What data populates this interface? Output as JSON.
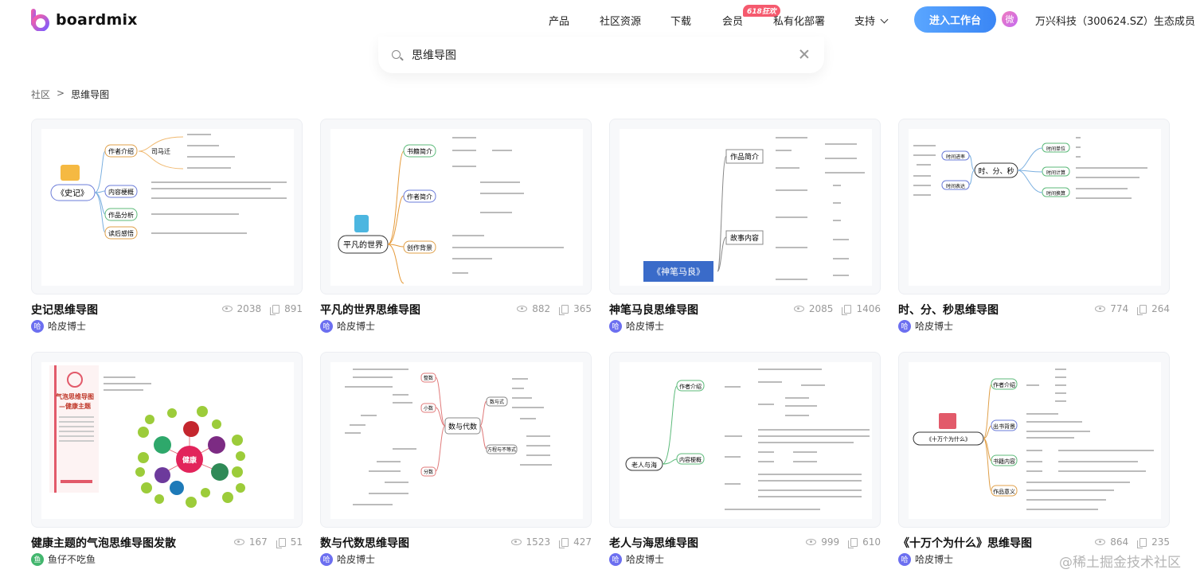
{
  "brand": {
    "name": "boardmix"
  },
  "nav": {
    "items": [
      "产品",
      "社区资源",
      "下载",
      "会员",
      "私有化部署",
      "支持"
    ],
    "member_badge": "618狂欢",
    "cta_label": "进入工作台",
    "avatar_char": "微",
    "org_name": "万兴科技（300624.SZ）生态成员"
  },
  "search": {
    "value": "思维导图"
  },
  "breadcrumb": {
    "root": "社区",
    "separator": ">",
    "current": "思维导图"
  },
  "cards": [
    {
      "title": "史记思维导图",
      "views": "2038",
      "copies": "891",
      "author": "哈皮博士",
      "avatar_char": "哈"
    },
    {
      "title": "平凡的世界思维导图",
      "views": "882",
      "copies": "365",
      "author": "哈皮博士",
      "avatar_char": "哈"
    },
    {
      "title": "神笔马良思维导图",
      "views": "2085",
      "copies": "1406",
      "author": "哈皮博士",
      "avatar_char": "哈"
    },
    {
      "title": "时、分、秒思维导图",
      "views": "774",
      "copies": "264",
      "author": "哈皮博士",
      "avatar_char": "哈"
    },
    {
      "title": "健康主题的气泡思维导图发散",
      "views": "167",
      "copies": "51",
      "author": "鱼仔不吃鱼",
      "avatar_char": "鱼"
    },
    {
      "title": "数与代数思维导图",
      "views": "1523",
      "copies": "427",
      "author": "哈皮博士",
      "avatar_char": "哈"
    },
    {
      "title": "老人与海思维导图",
      "views": "999",
      "copies": "610",
      "author": "哈皮博士",
      "avatar_char": "哈"
    },
    {
      "title": "《十万个为什么》思维导图",
      "views": "864",
      "copies": "235",
      "author": "哈皮博士",
      "avatar_char": "哈"
    }
  ],
  "thumbs": {
    "t1": {
      "center": "《史记》",
      "b1": "作者介绍",
      "b2": "内容梗概",
      "b3": "作品分析",
      "b4": "读后感悟",
      "sub": "司马迁"
    },
    "t2": {
      "center": "平凡的世界",
      "b1": "书籍简介",
      "b2": "作者简介",
      "b3": "创作背景"
    },
    "t3": {
      "center": "《神笔马良》",
      "b1": "作品简介",
      "b2": "故事内容"
    },
    "t4": {
      "center": "时、分、秒",
      "b1": "时间进率",
      "b2": "时间表达",
      "r1": "时间单位",
      "r2": "时间计算",
      "r3": "时间换算"
    },
    "t5": {
      "title": "气泡思维导图",
      "subtitle": "—健康主题",
      "center": "健康"
    },
    "t6": {
      "center": "数与代数",
      "b1": "整数",
      "b2": "小数",
      "b3": "分数",
      "r1": "数与式",
      "r2": "方程与不等式"
    },
    "t7": {
      "center": "老人与海",
      "b1": "作者介绍",
      "b2": "内容梗概"
    },
    "t8": {
      "center": "《十万个为什么》",
      "b1": "作者介绍",
      "b2": "出书背景",
      "b3": "书籍内容",
      "b4": "作品意义"
    }
  },
  "watermark": "@稀土掘金技术社区",
  "colors": {
    "accent": "#3a86f5",
    "badge": "#f55a6e",
    "muted": "#999999"
  }
}
